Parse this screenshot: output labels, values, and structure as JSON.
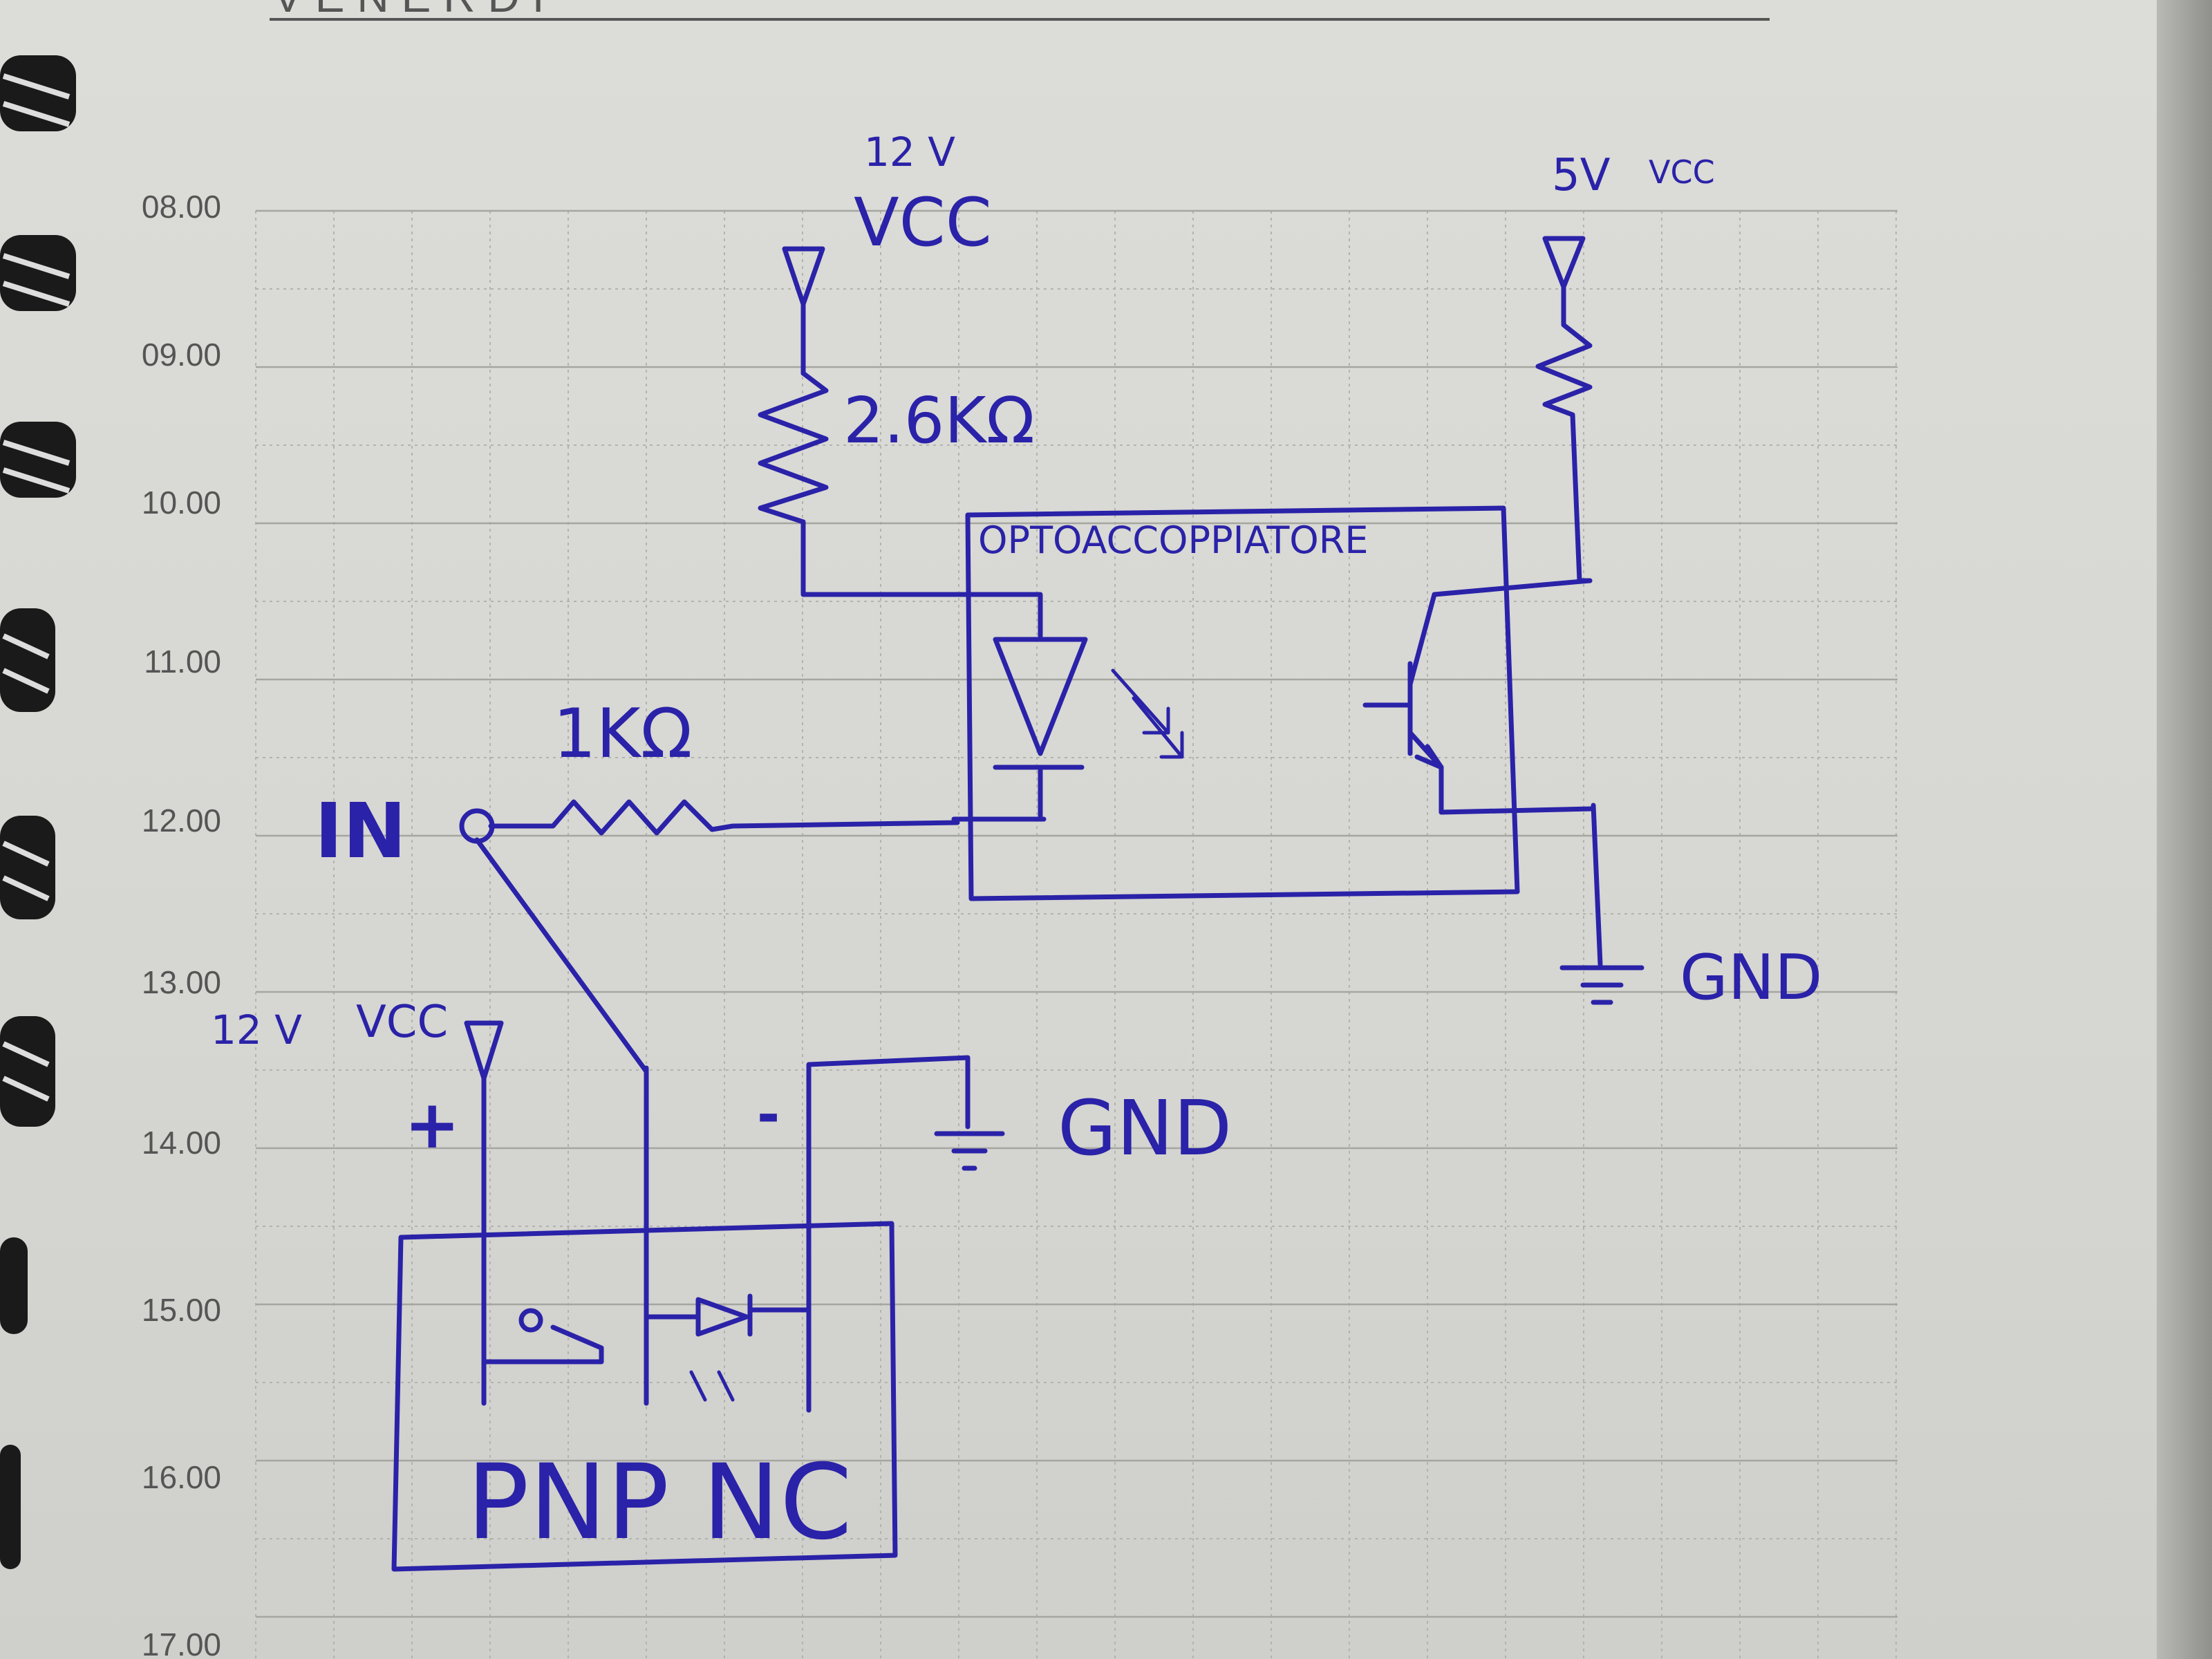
{
  "notebook": {
    "header_word": "VENERDI",
    "hours": [
      "08.00",
      "09.00",
      "10.00",
      "11.00",
      "12.00",
      "13.00",
      "14.00",
      "15.00",
      "16.00",
      "17.00"
    ]
  },
  "schematic": {
    "vcc_top_voltage": "12 V",
    "vcc_top_name": "VCC",
    "vcc_right_voltage": "5V",
    "vcc_right_name": "VCC",
    "resistor_top": "2.6KΩ",
    "optocoupler_label": "OPTOACCOPPIATORE",
    "resistor_input": "1KΩ",
    "input_label": "IN",
    "gnd_right": "GND",
    "sensor_vcc_voltage": "12 V",
    "sensor_vcc_name": "VCC",
    "sensor_plus": "+",
    "sensor_minus": "-",
    "gnd_sensor": "GND",
    "sensor_type": "PNP NC"
  },
  "colors": {
    "ink": "#2a22a8",
    "paper": "#d8d8d4",
    "grid": "#a6a6a1"
  }
}
